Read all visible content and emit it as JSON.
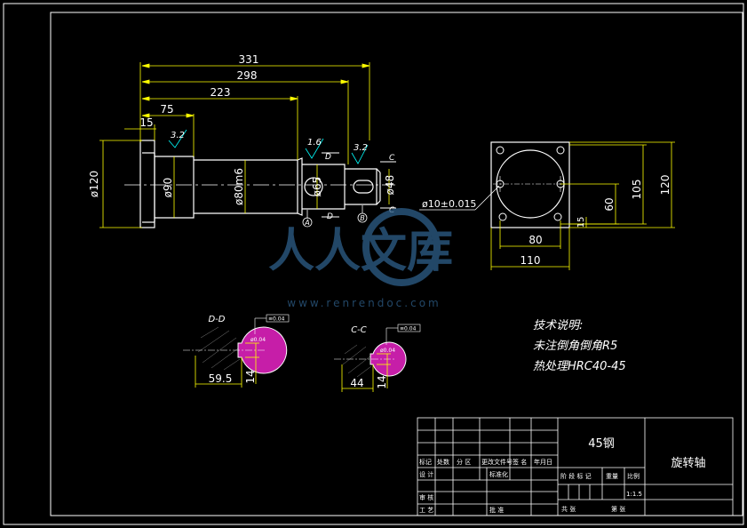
{
  "colors": {
    "background": "#000000",
    "outline": "#ffffff",
    "dimension": "#ffff00",
    "centerline": "#ffffff",
    "section_fill": "#c61ea8",
    "watermark": "#2e5f8a",
    "title_block_line": "#00ff00"
  },
  "main_view": {
    "dims_horizontal": {
      "d331": "331",
      "d298": "298",
      "d223": "223",
      "d75": "75",
      "d15": "15"
    },
    "dims_diameter": {
      "d120": "ø120",
      "d90": "ø90",
      "d80": "ø80m6",
      "d65": "ø65",
      "d48": "ø48"
    },
    "roughness": [
      "3.2",
      "1.6",
      "3.2"
    ],
    "section_markers": [
      "C",
      "C",
      "D",
      "D"
    ],
    "datum_labels": [
      "A",
      "B"
    ]
  },
  "flange_view": {
    "hole_note": "ø10±0.015",
    "dims": {
      "d80": "80",
      "d110": "110",
      "d60": "60",
      "d105": "105",
      "d120": "120",
      "d15": "15"
    }
  },
  "section_views": {
    "dd": {
      "label": "D-D",
      "width": "59.5",
      "depth": "14",
      "tolerance_text": "ø0.04",
      "tolerance_box": "≡0.04"
    },
    "cc": {
      "label": "C-C",
      "width": "44",
      "depth": "14",
      "tolerance_text": "ø0.04",
      "tolerance_box": "≡0.04"
    }
  },
  "tech_notes": {
    "title": "技术说明:",
    "line1": "未注倒角倒角R5",
    "line2": "热处理HRC40-45"
  },
  "title_block": {
    "material": "45钢",
    "part_name": "旋转轴",
    "scale": "1:1.5",
    "labels": {
      "mark": "标记",
      "count": "处数",
      "zone": "分 区",
      "change_doc": "更改文件号",
      "sign": "签 名",
      "date": "年月日",
      "design": "设 计",
      "standardize": "标准化",
      "stage_mark": "阶 段 标 记",
      "weight": "重量",
      "ratio": "比例",
      "review": "审 核",
      "process": "工 艺",
      "approve": "批 准",
      "total": "共  张",
      "sheet": "第  张"
    }
  },
  "watermark": {
    "brand": "人人文库",
    "url": "www.renrendoc.com"
  }
}
